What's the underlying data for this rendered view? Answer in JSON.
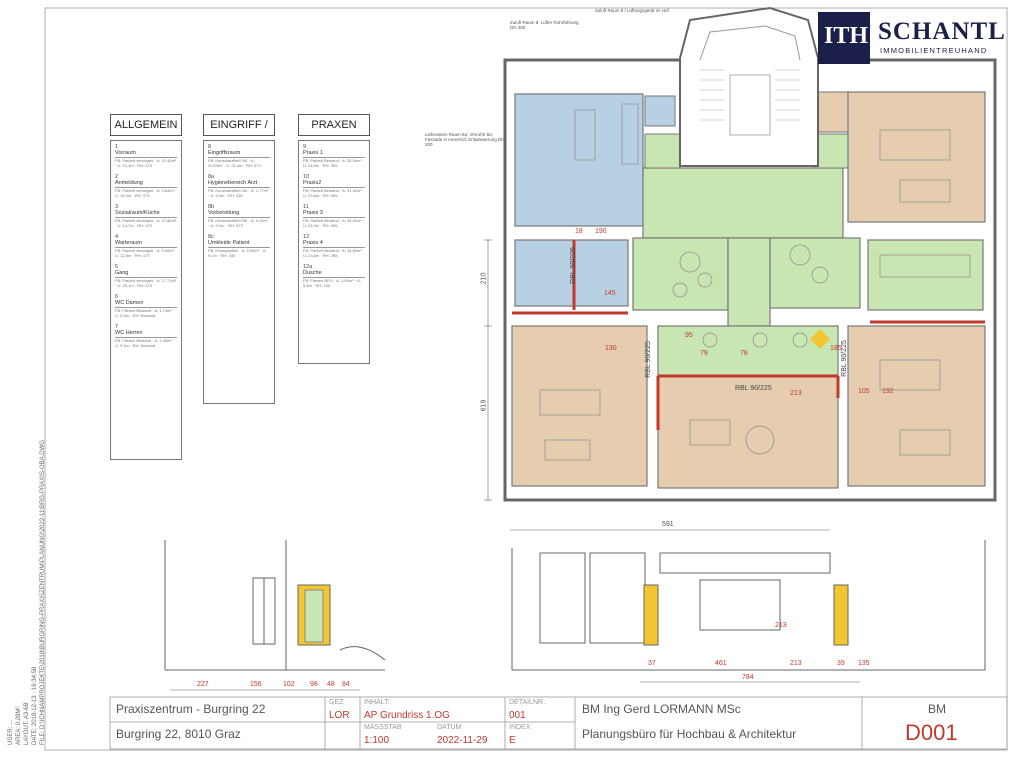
{
  "logo": {
    "mark": "ITH",
    "name": "SCHANTL",
    "subtitle": "IMMOBILIENTREUHAND"
  },
  "legend": [
    {
      "title": "ALLGEMEIN",
      "entries": [
        {
          "num": "1",
          "name": "Vorraum",
          "detail": "FB: Parkett versiegelt · A: 10,40m² · U: 15,3m · RH: 373"
        },
        {
          "num": "2",
          "name": "Anmeldung",
          "detail": "FB: Parkett versiegelt · A: 9,84m² · U: 14,3m · RH: 373"
        },
        {
          "num": "3",
          "name": "Sozialraum/Küche",
          "detail": "FB: Parkett versiegelt · A: 12,80m² · U: 14,7m · RH: 373"
        },
        {
          "num": "4",
          "name": "Warteraum",
          "detail": "FB: Parkett versiegelt · A: 9,60m² · U: 12,8m · RH: 373"
        },
        {
          "num": "5",
          "name": "Gang",
          "detail": "FB: Parkett versiegelt · A: 17,71m² · U: 25,1m · RH: 373"
        },
        {
          "num": "6",
          "name": "WC Damen",
          "detail": "FB: Fliesen Bestand · A: 1,74m² · U: 5,5m · RH: Bestand"
        },
        {
          "num": "7",
          "name": "WC Herren",
          "detail": "FB: Fliesen Bestand · A: 1,49m² · U: 5,1m · RH: Bestand"
        }
      ]
    },
    {
      "title": "EINGRIFF / OP",
      "entries": [
        {
          "num": "8",
          "name": "Eingriffsraum",
          "detail": "FB: Kunstharzfließ NK · A: 26,03m² · U: 21,4m · RH: 373"
        },
        {
          "num": "8a",
          "name": "Hygienebereich Arzt",
          "detail": "FB: Kunstharzfließ NK · A: 1,77m² · U: 5,3m · RH: 335"
        },
        {
          "num": "8b",
          "name": "Vorbereitung",
          "detail": "FB: Kunstharzfließ NK · A: 4,11m² · U: 9,4m · RH: 373"
        },
        {
          "num": "8c",
          "name": "Umkleide Patient",
          "detail": "FB: Klinkeplatten · A: 5,05m² · U: 9,1m · RH: 335"
        }
      ]
    },
    {
      "title": "PRAXEN",
      "entries": [
        {
          "num": "9",
          "name": "Praxis 1",
          "detail": "FB: Parkett Bestand · A: 35,06m² · U: 24,6m · RH: 395"
        },
        {
          "num": "10",
          "name": "Praxis2",
          "detail": "FB: Parkett Bestand · A: 31,42m² · U: 23,6m · RH: 395"
        },
        {
          "num": "11",
          "name": "Praxis 3",
          "detail": "FB: Parkett Bestand · A: 34,61m² · U: 24,0m · RH: 395"
        },
        {
          "num": "12",
          "name": "Praxis 4",
          "detail": "FB: Parkett Bestand · A: 34,69m² · U: 23,8m · RH: 395"
        },
        {
          "num": "12a",
          "name": "Dusche",
          "detail": "FB: Fliesen NEU · A: 1,89m² · U: 5,5m · RH: 240"
        }
      ]
    }
  ],
  "plan_labels": {
    "dims_left": [
      "210",
      "619"
    ],
    "dims_red": [
      "130",
      "145",
      "190",
      "18",
      "213",
      "105",
      "192",
      "79",
      "78",
      "95",
      "185",
      "213"
    ],
    "rbl_1": "RBL 90/225",
    "rbl_2": "RBL 90/225",
    "rbl_3": "RBL 90/225",
    "rbl_4": "RBL 90/225",
    "dim_bottom": "591",
    "section_dims": [
      "227",
      "156",
      "102",
      "98",
      "48",
      "84"
    ],
    "section2_dims": [
      "37",
      "461",
      "213",
      "39",
      "135",
      "784"
    ],
    "note_1": "Lieferanten Raum 8a: Verrohrt bis Fassade in Innenhof; Entwässerung DN 200",
    "note_2": "Zuluft Raum 8: Lüfter Rohrführung DN 200",
    "note_3": "Zuluft Raum 8 / Lüftungsgerät im Hof"
  },
  "side_meta": [
    "USER: ...",
    "AREA: 0.28M²",
    "LAYOUT: A3-6B",
    "DATE: 2018-12-13 · 16:34:58",
    "FILE: D:\\ICHNAMPROJEKTE\\2018\\BURGRING-PRAXISZENTRUM\\PLANUNG\\2022-11\\BRG-PRAXIS-OBA.DWG"
  ],
  "title_block": {
    "project": "Praxiszentrum - Burgring 22",
    "address": "Burgring 22, 8010 Graz",
    "gez_label": "GEZ",
    "gez": "LOR",
    "inhalt_label": "INHALT:",
    "inhalt": "AP Grundriss 1.OG",
    "detail_label": "DETAILNR.:",
    "detail": "001",
    "massstab_label": "MASSSTAB",
    "massstab": "1:100",
    "datum_label": "DATUM",
    "datum": "2022-11-29",
    "index_label": "INDEX",
    "index": "E",
    "office_name": "BM Ing Gerd LORMANN MSc",
    "office_desc": "Planungsbüro für Hochbau & Architektur",
    "bm": "BM",
    "sheet": "D001"
  },
  "colors": {
    "praxis_brown": "#e6cdb0",
    "corridor_green": "#c7e6b2",
    "op_blue": "#b7d0e3",
    "wall": "#888888",
    "dim_red": "#c0392b",
    "highlight_yellow": "#f3c531",
    "logo_navy": "#1b1f4a"
  }
}
